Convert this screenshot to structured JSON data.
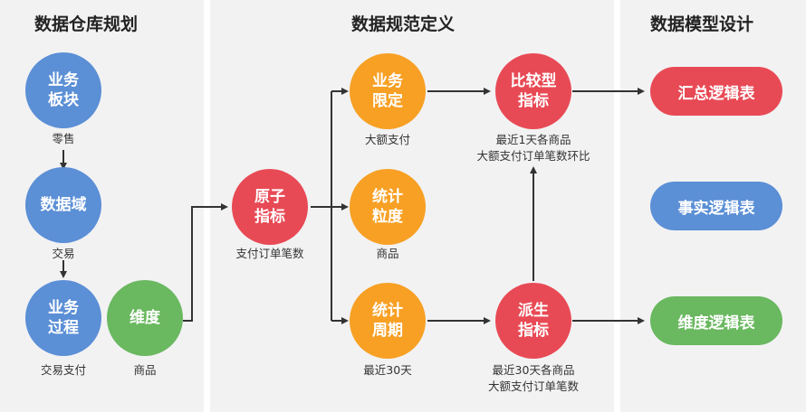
{
  "headers": {
    "warehouse_planning": "数据仓库规划",
    "data_spec": "数据规范定义",
    "model_design": "数据模型设计"
  },
  "nodes": {
    "business_block": "业务\n板块",
    "data_domain": "数据域",
    "business_process": "业务\n过程",
    "dimension": "维度",
    "atomic_metric": "原子\n指标",
    "business_qualifier": "业务\n限定",
    "stat_granularity": "统计\n粒度",
    "stat_period": "统计\n周期",
    "comparative_metric": "比较型\n指标",
    "derived_metric": "派生\n指标"
  },
  "captions": {
    "retail": "零售",
    "transaction": "交易",
    "transaction_payment": "交易支付",
    "product_dim": "商品",
    "payment_order_count": "支付订单笔数",
    "large_payment": "大额支付",
    "product_granularity": "商品",
    "last_30_days": "最近30天",
    "comparative_example": "最近1天各商品\n大额支付订单笔数环比",
    "derived_example": "最近30天各商品\n大额支付订单笔数"
  },
  "tables": {
    "summary": "汇总逻辑表",
    "fact": "事实逻辑表",
    "dimension": "维度逻辑表"
  },
  "colors": {
    "blue": "#5b8fd6",
    "green": "#6ab860",
    "red": "#e84a55",
    "orange": "#f7a024",
    "arrow": "#333333",
    "panel": "#f2f2f3"
  }
}
